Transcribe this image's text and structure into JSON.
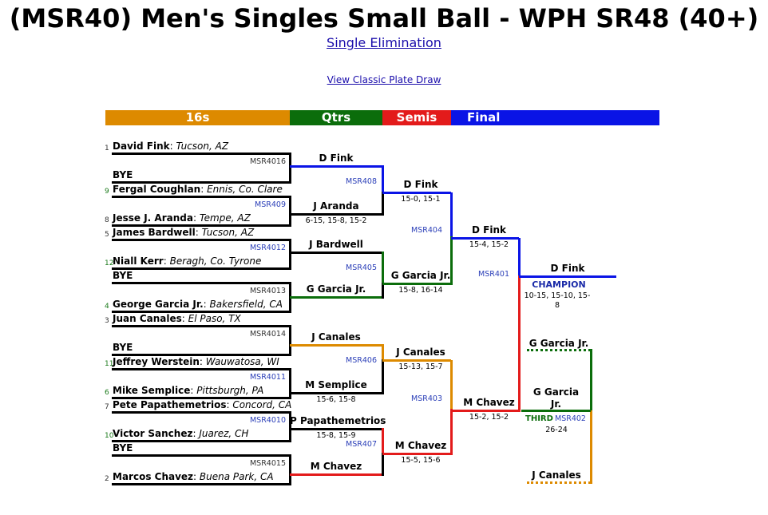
{
  "header": {
    "title": "(MSR40) Men's Singles Small Ball - WPH SR48 (40+)",
    "format_link": "Single Elimination",
    "classic_link": "View Classic Plate Draw"
  },
  "rounds": [
    {
      "label": "16s",
      "color": "#dd8a00"
    },
    {
      "label": "Qtrs",
      "color": "#0b6d0b"
    },
    {
      "label": "Semis",
      "color": "#e31b1b"
    },
    {
      "label": "Final",
      "color": "#0a14e6"
    }
  ],
  "colors": {
    "orange": "#dd8a00",
    "green": "#0b6d0b",
    "red": "#e31b1b",
    "blue": "#0a14e6",
    "black": "#000000",
    "link": "#1a0dab"
  },
  "players": [
    {
      "seed": "1",
      "name": "David Fink",
      "loc": "Tucson, AZ"
    },
    {
      "seed": "",
      "name": "BYE",
      "loc": ""
    },
    {
      "seed": "9",
      "name": "Fergal Coughlan",
      "loc": "Ennis, Co. Clare"
    },
    {
      "seed": "8",
      "name": "Jesse J. Aranda",
      "loc": "Tempe, AZ"
    },
    {
      "seed": "5",
      "name": "James Bardwell",
      "loc": "Tucson, AZ"
    },
    {
      "seed": "12",
      "name": "Niall Kerr",
      "loc": "Beragh, Co. Tyrone"
    },
    {
      "seed": "",
      "name": "BYE",
      "loc": ""
    },
    {
      "seed": "4",
      "name": "George Garcia Jr.",
      "loc": "Bakersfield, CA"
    },
    {
      "seed": "3",
      "name": "Juan Canales",
      "loc": "El Paso, TX"
    },
    {
      "seed": "",
      "name": "BYE",
      "loc": ""
    },
    {
      "seed": "11",
      "name": "Jeffrey Werstein",
      "loc": "Wauwatosa, WI"
    },
    {
      "seed": "6",
      "name": "Mike Semplice",
      "loc": "Pittsburgh, PA"
    },
    {
      "seed": "7",
      "name": "Pete Papathemetrios",
      "loc": "Concord, CA"
    },
    {
      "seed": "10",
      "name": "Victor Sanchez",
      "loc": "Juarez, CH"
    },
    {
      "seed": "",
      "name": "BYE",
      "loc": ""
    },
    {
      "seed": "2",
      "name": "Marcos Chavez",
      "loc": "Buena Park, CA"
    }
  ],
  "r16": [
    {
      "code": "MSR4016",
      "winner": "D Fink",
      "score": ""
    },
    {
      "code": "MSR409",
      "winner": "J Aranda",
      "score": "6-15, 15-8, 15-2"
    },
    {
      "code": "MSR4012",
      "winner": "J Bardwell",
      "score": ""
    },
    {
      "code": "MSR4013",
      "winner": "G Garcia Jr.",
      "score": ""
    },
    {
      "code": "MSR4014",
      "winner": "J Canales",
      "score": ""
    },
    {
      "code": "MSR4011",
      "winner": "M Semplice",
      "score": "15-6, 15-8"
    },
    {
      "code": "MSR4010",
      "winner": "P Papathemetrios",
      "score": "15-8, 15-9"
    },
    {
      "code": "MSR4015",
      "winner": "M Chavez",
      "score": ""
    }
  ],
  "qf": [
    {
      "code": "MSR408",
      "winner": "D Fink",
      "score": "15-0, 15-1"
    },
    {
      "code": "MSR405",
      "winner": "G Garcia Jr.",
      "score": "15-8, 16-14"
    },
    {
      "code": "MSR406",
      "winner": "J Canales",
      "score": "15-13, 15-7"
    },
    {
      "code": "MSR407",
      "winner": "M Chavez",
      "score": "15-5, 15-6"
    }
  ],
  "sf": [
    {
      "code": "MSR404",
      "winner": "D Fink",
      "score": "15-4, 15-2"
    },
    {
      "code": "MSR403",
      "winner": "M Chavez",
      "score": "15-2, 15-2"
    }
  ],
  "final": {
    "code": "MSR401",
    "winner": "D Fink",
    "label": "CHAMPION",
    "score": "10-15, 15-10, 15-\n8"
  },
  "third": {
    "code": "MSR402",
    "top": "G Garcia Jr.",
    "bottom": "J Canales",
    "winner": "G Garcia\nJr.",
    "label": "THIRD",
    "score": "26-24"
  }
}
